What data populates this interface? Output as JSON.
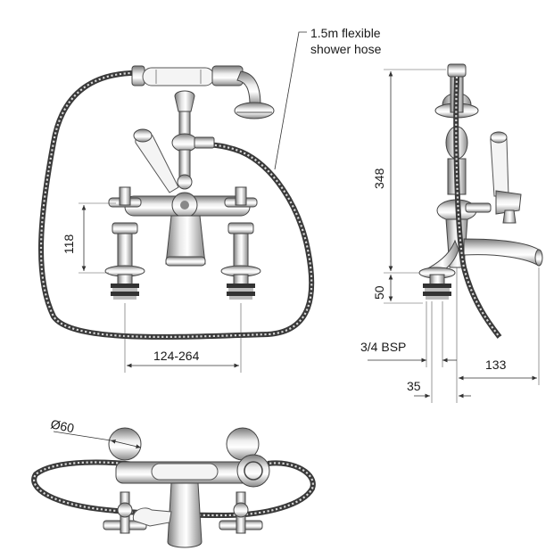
{
  "labels": {
    "hose_callout_line1": "1.5m flexible",
    "hose_callout_line2": "shower hose",
    "dim_height_total": "348",
    "dim_height_base": "50",
    "dim_height_bridge": "118",
    "dim_centres": "124-264",
    "dim_thread": "3/4 BSP",
    "dim_spout_reach": "133",
    "dim_offset": "35",
    "dim_diameter": "Ø60"
  }
}
